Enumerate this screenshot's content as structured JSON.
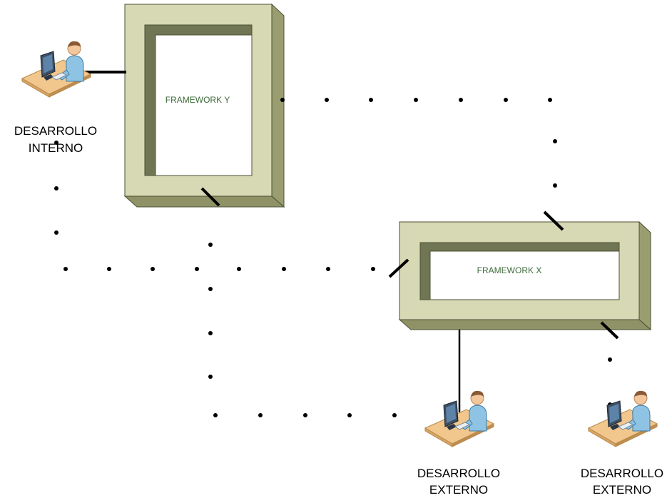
{
  "diagram": {
    "frameworks": {
      "y": {
        "label": "FRAMEWORK Y"
      },
      "x": {
        "label": "FRAMEWORK X"
      }
    },
    "actors": {
      "interno": {
        "line1": "DESARROLLO",
        "line2": "INTERNO"
      },
      "externo_1": {
        "line1": "DESARROLLO",
        "line2": "EXTERNO"
      },
      "externo_2": {
        "line1": "DESARROLLO",
        "line2": "EXTERNO"
      }
    },
    "colors": {
      "frame_face": "#d7d8b4",
      "frame_side": "#9a9d70",
      "frame_inner_dark": "#707654",
      "frame_inner_ledge": "#8a8e64",
      "frame_outline": "#4b5034",
      "label_text": "#3e6b3a",
      "connector": "#000000"
    }
  }
}
